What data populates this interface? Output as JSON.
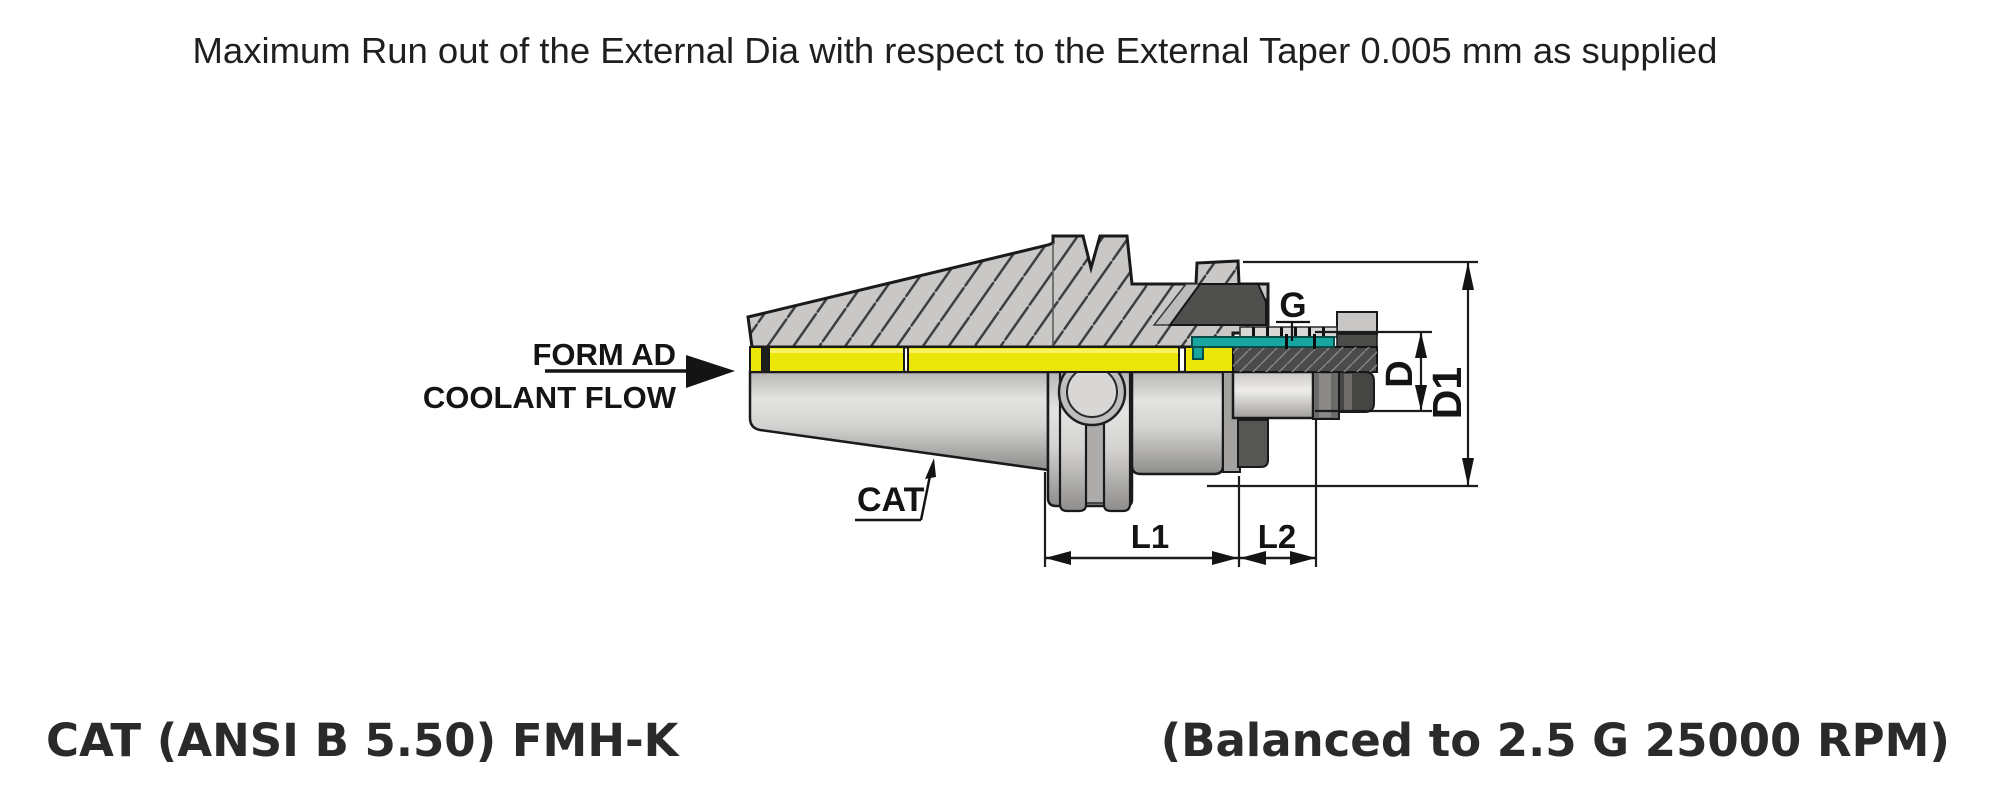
{
  "annotation_top": "Maximum Run out of the External Dia with respect to the External Taper 0.005 mm as supplied",
  "footer": {
    "left_title": "CAT (ANSI B 5.50) FMH-K",
    "right_title": "(Balanced to 2.5 G 25000 RPM)"
  },
  "callouts": {
    "form_ad": "FORM AD",
    "coolant_flow": "COOLANT FLOW",
    "taper_label": "CAT"
  },
  "dimensions": {
    "thread": "G",
    "pilot_diameter": "D",
    "body_diameter": "D1",
    "length_1": "L1",
    "length_2": "L2"
  },
  "colors": {
    "coolant_channel_yellow": "#ebe60a",
    "coolant_tube_teal": "#18a6a1",
    "steel_dark": "#4b4b49",
    "line": "#1c1c1c"
  }
}
